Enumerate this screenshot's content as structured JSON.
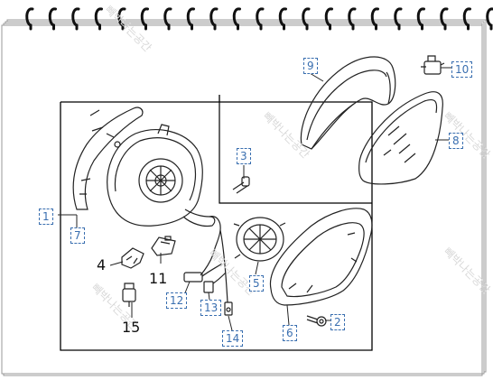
{
  "callouts": {
    "c1": "1",
    "c2": "2",
    "c3": "3",
    "c4": "4",
    "c5": "5",
    "c6": "6",
    "c7": "7",
    "c8": "8",
    "c9": "9",
    "c10": "10",
    "c11": "11",
    "c12": "12",
    "c13": "13",
    "c14": "14",
    "c15": "15"
  },
  "watermark": "빼박나는공간",
  "colors": {
    "callout": "#3a6fb0",
    "line": "#222222",
    "frame": "#000000"
  }
}
